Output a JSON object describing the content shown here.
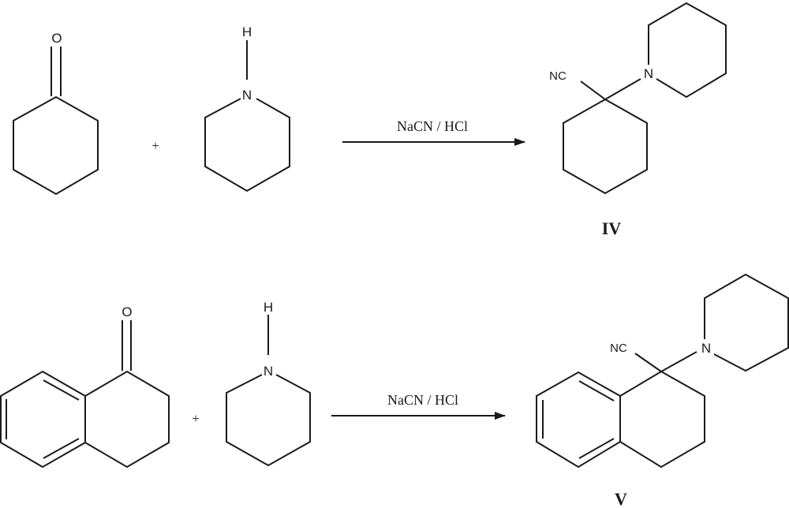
{
  "reactions": [
    {
      "reactant1": {
        "name": "cyclohexanone",
        "atoms": {
          "oxygen": "O"
        }
      },
      "plus": "+",
      "reactant2": {
        "name": "piperidine",
        "atoms": {
          "hydrogen": "H",
          "nitrogen": "N"
        }
      },
      "reagents": "NaCN / HCl",
      "product": {
        "label": "IV",
        "atoms": {
          "nitrile": "NC",
          "nitrogen": "N"
        }
      }
    },
    {
      "reactant1": {
        "name": "1-tetralone",
        "atoms": {
          "oxygen": "O"
        }
      },
      "plus": "+",
      "reactant2": {
        "name": "piperidine",
        "atoms": {
          "hydrogen": "H",
          "nitrogen": "N"
        }
      },
      "reagents": "NaCN / HCl",
      "product": {
        "label": "V",
        "atoms": {
          "nitrile": "NC",
          "nitrogen": "N"
        }
      }
    }
  ]
}
